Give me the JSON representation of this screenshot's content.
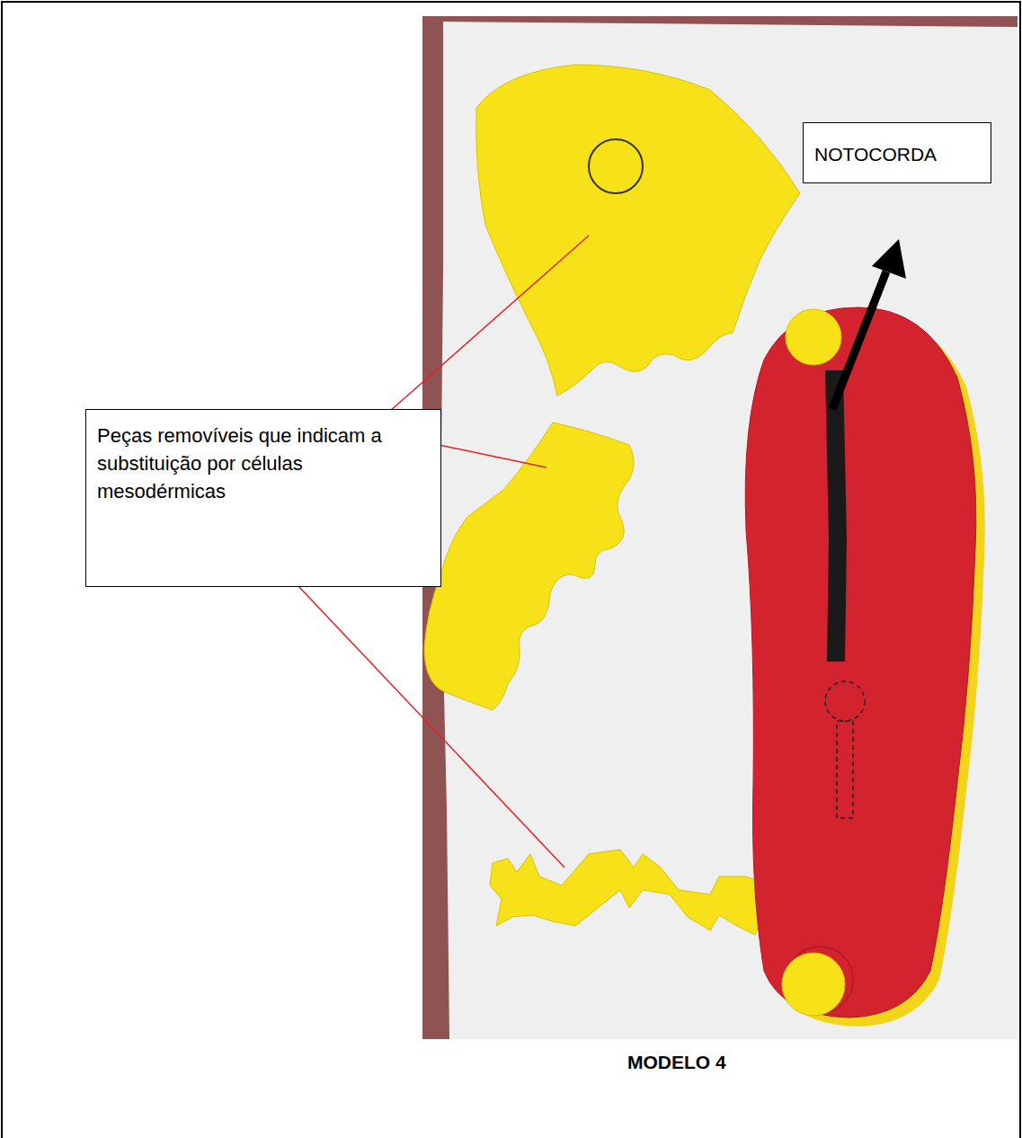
{
  "diagram": {
    "caption": "MODELO 4",
    "nodes": [
      {
        "text": [
          "NOTOCORDA"
        ]
      },
      {
        "text": [
          "Peças removíveis que indicam a substituição por células mesodérmicas"
        ]
      }
    ]
  }
}
